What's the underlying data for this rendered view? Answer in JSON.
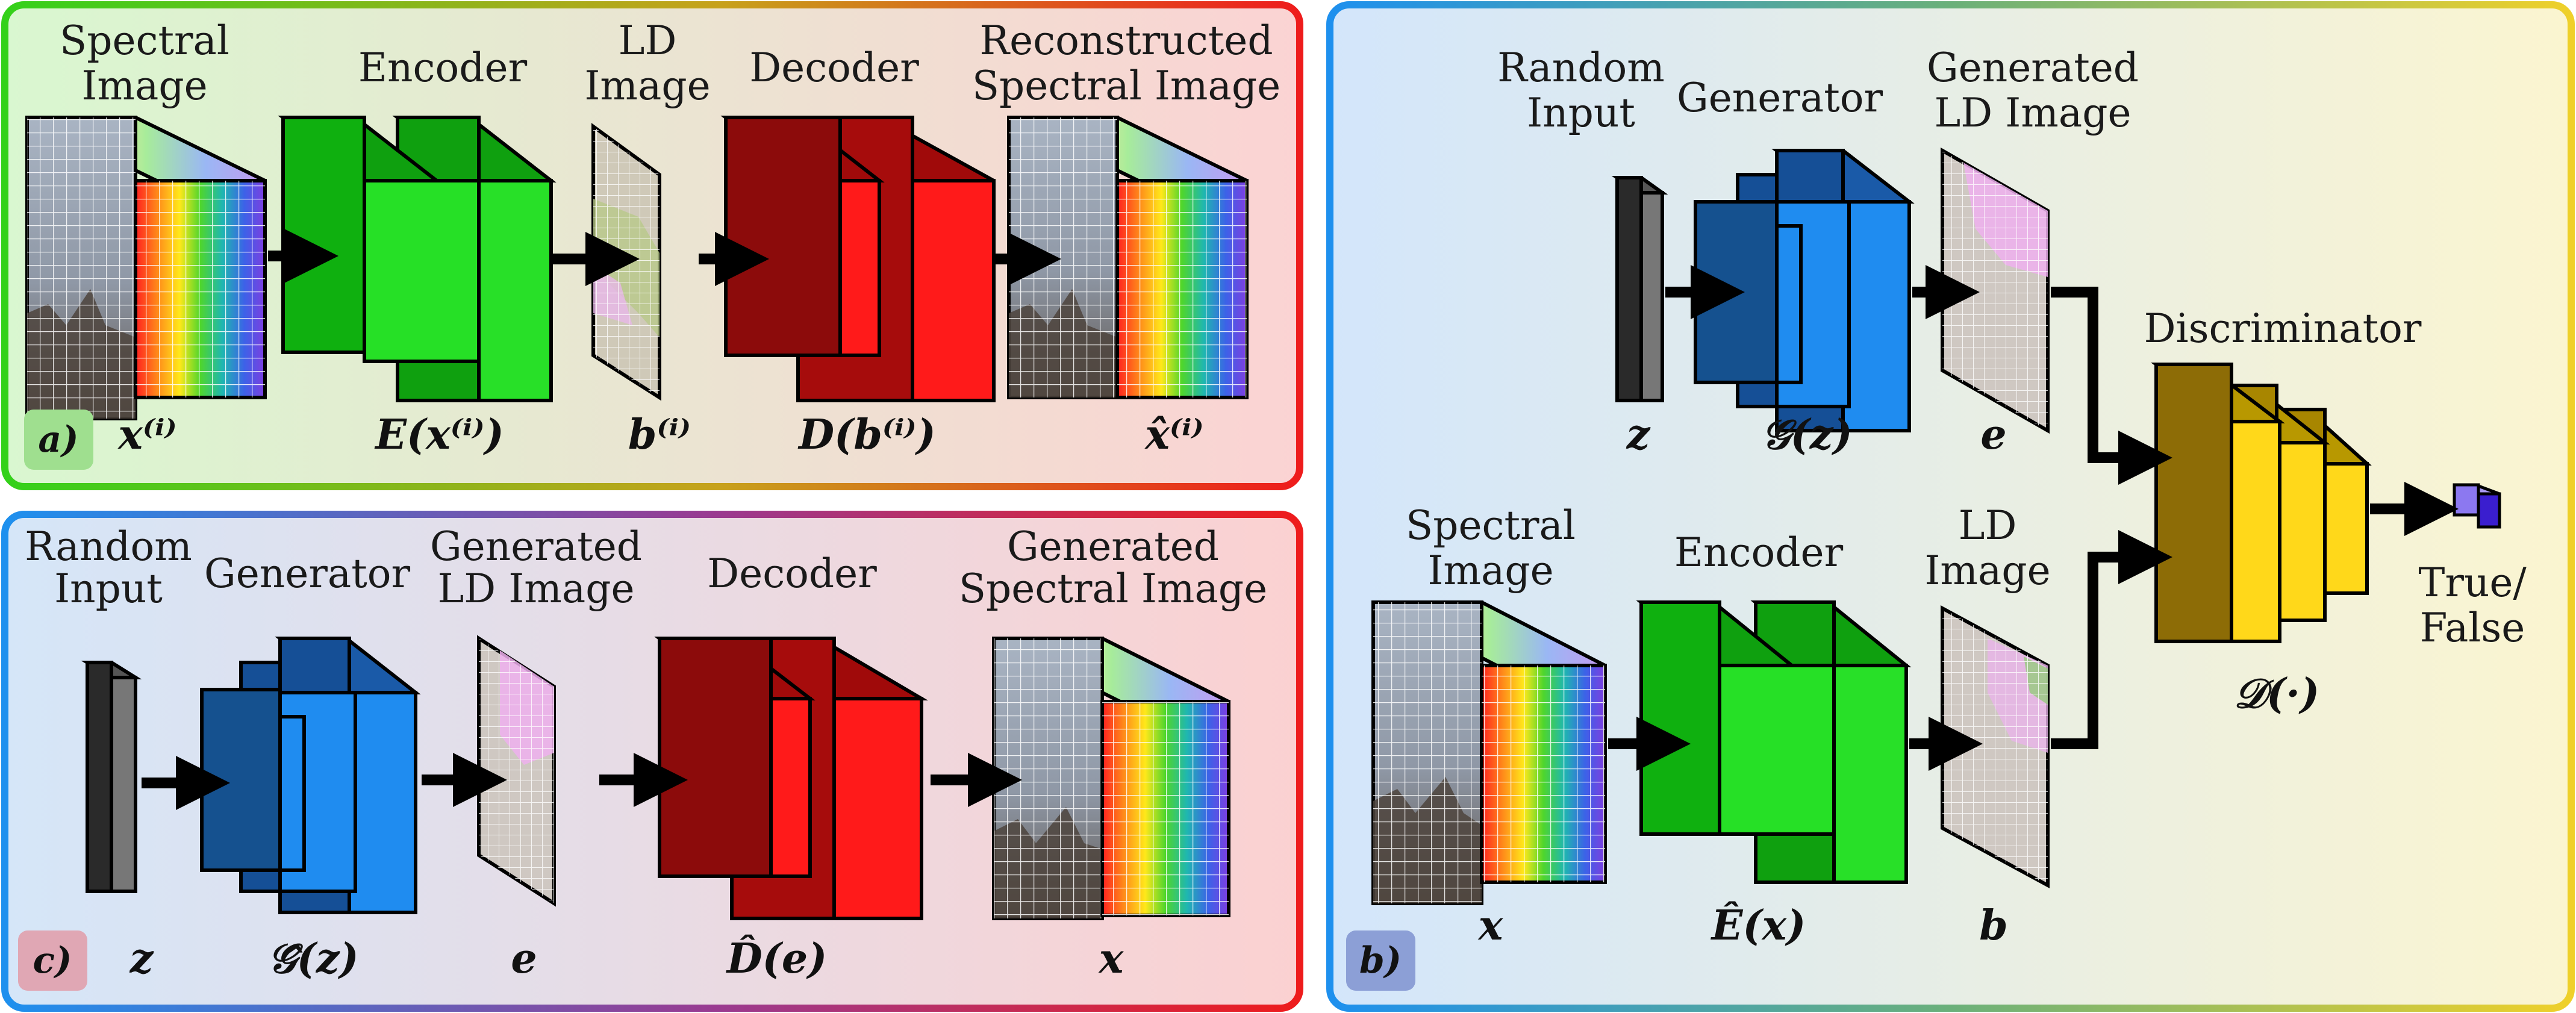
{
  "panel_a": {
    "tag": "a)",
    "labels": {
      "spectral_image": [
        "Spectral",
        "Image"
      ],
      "encoder": "Encoder",
      "ld_image": [
        "LD",
        "Image"
      ],
      "decoder": "Decoder",
      "reconstructed": [
        "Reconstructed",
        "Spectral Image"
      ]
    },
    "math": {
      "x": "x⁽ⁱ⁾",
      "e_x": "E(x⁽ⁱ⁾)",
      "b": "b⁽ⁱ⁾",
      "d_b": "D(b⁽ⁱ⁾)",
      "x_hat": "x̂⁽ⁱ⁾"
    }
  },
  "panel_b": {
    "tag": "b)",
    "labels": {
      "random_input": [
        "Random",
        "Input"
      ],
      "generator": "Generator",
      "generated_ld": [
        "Generated",
        "LD Image"
      ],
      "discriminator": "Discriminator",
      "spectral_image": [
        "Spectral",
        "Image"
      ],
      "encoder": "Encoder",
      "ld_image": [
        "LD",
        "Image"
      ],
      "output": [
        "True/",
        "False"
      ]
    },
    "math": {
      "z": "z",
      "g_z": "𝒢(z)",
      "e": "e",
      "d_dot": "𝒟(·)",
      "x": "x",
      "e_hat_x": "Ê(x)",
      "b": "b"
    }
  },
  "panel_c": {
    "tag": "c)",
    "labels": {
      "random_input": [
        "Random",
        "Input"
      ],
      "generator": "Generator",
      "generated_ld": [
        "Generated",
        "LD Image"
      ],
      "decoder": "Decoder",
      "generated_spectral": [
        "Generated",
        "Spectral Image"
      ]
    },
    "math": {
      "z": "z",
      "g_hat_z": "𝒢̂(z)",
      "e": "e",
      "d_hat_e": "D̂(e)",
      "x": "x"
    }
  },
  "colors": {
    "encoder": "#1fc41f",
    "decoder": "#e01010",
    "generator": "#1a7fe0",
    "discriminator": "#e8c000",
    "noise": "#2a2a2a",
    "output_cube": "#5b3ee0"
  }
}
